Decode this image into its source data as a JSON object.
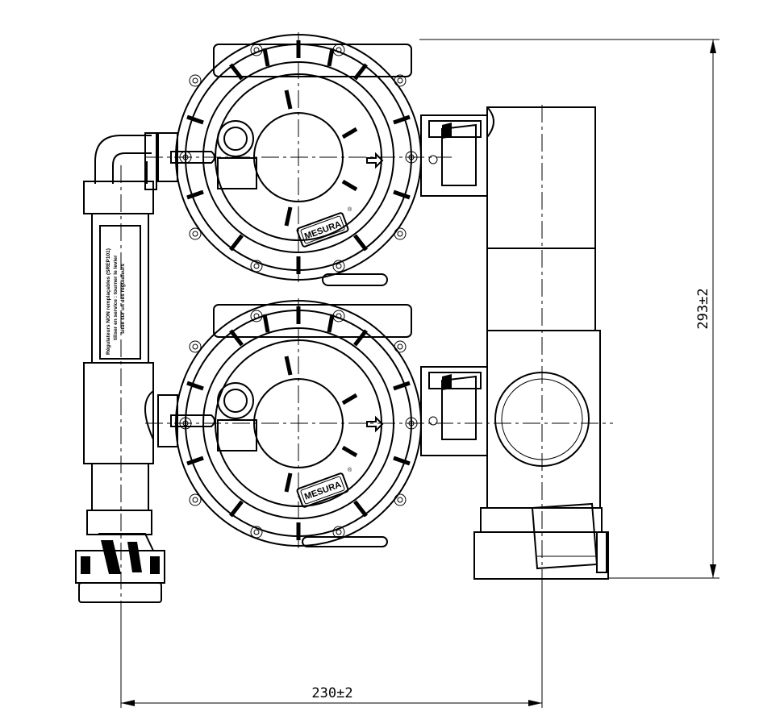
{
  "dimensions": {
    "width_label": "230±2",
    "height_label": "293±2"
  },
  "regulators": [
    {
      "brand": "MESURA",
      "registered": "®"
    },
    {
      "brand": "MESURA",
      "registered": "®"
    }
  ],
  "pipe_label": {
    "line1": "Régulateurs NON remplaçables (SREP101)",
    "line2": "tiliser en service : tourner le levier",
    "line3": "situé sur un des régulateurs"
  },
  "icons": [
    "regulator-dial-icon",
    "flow-arrow-icon",
    "valve-icon"
  ]
}
